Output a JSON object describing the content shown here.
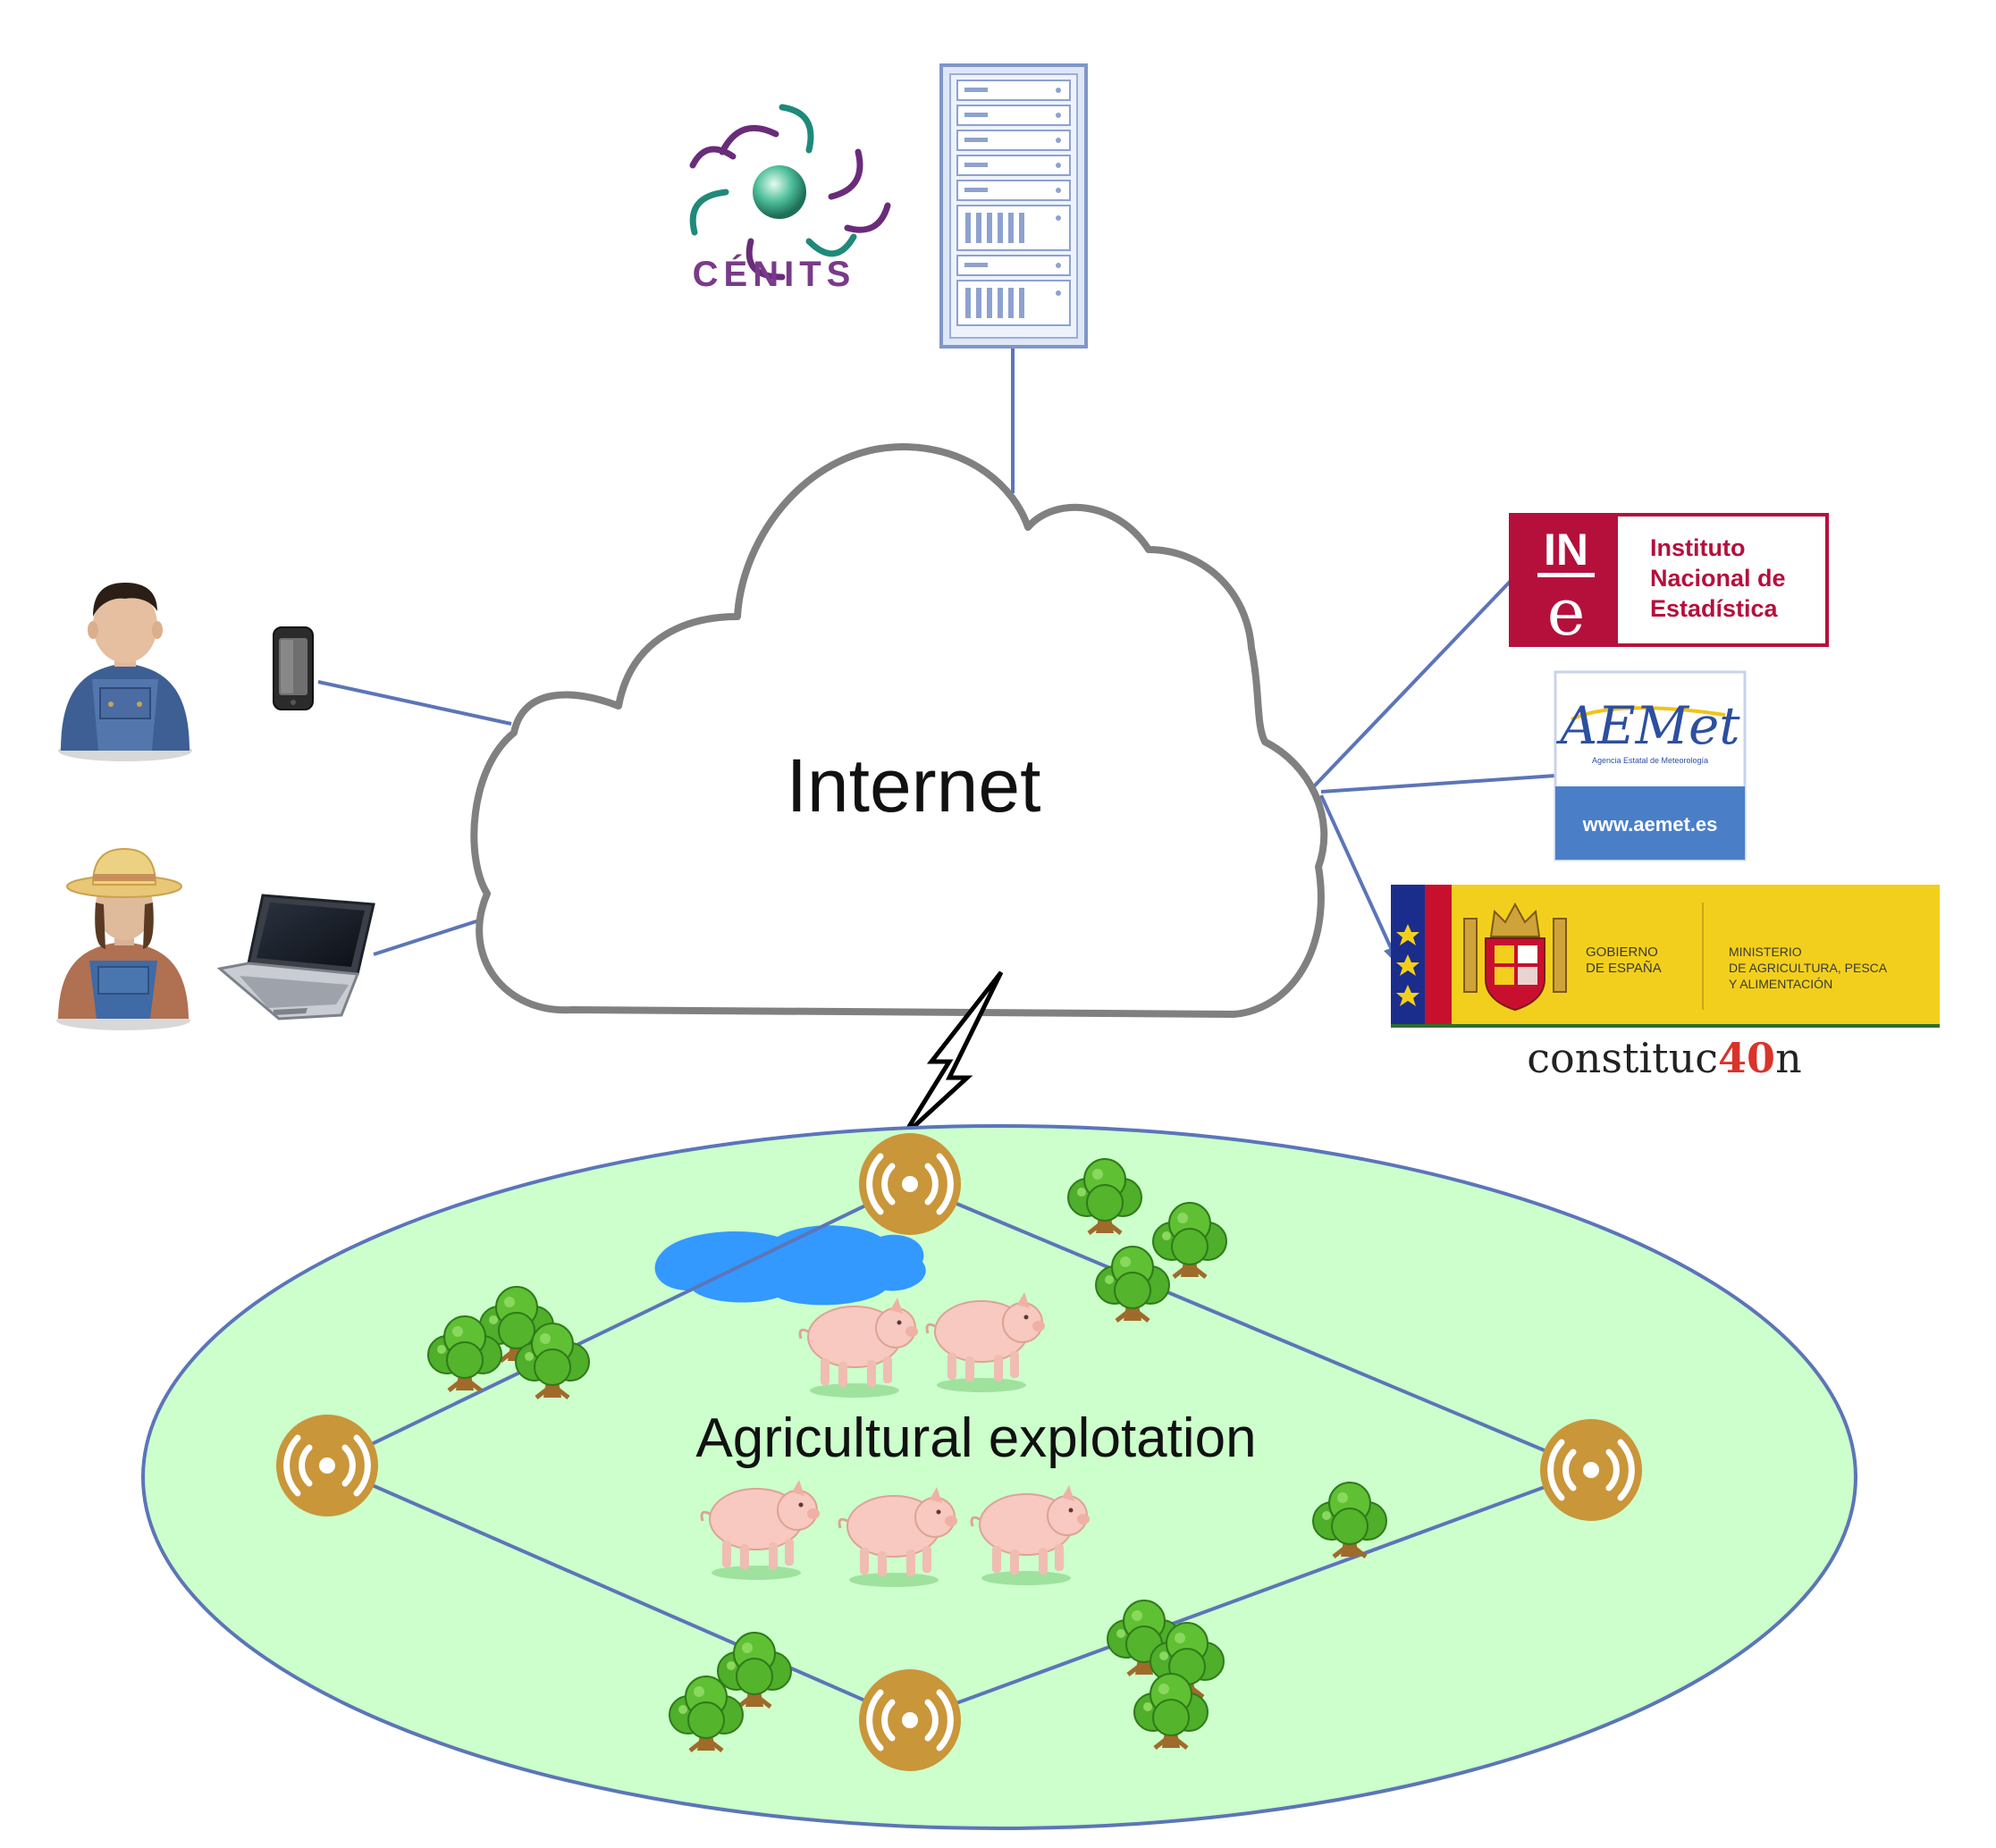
{
  "cloud": {
    "label": "Internet"
  },
  "field": {
    "label": "Agricultural explotation"
  },
  "logos": {
    "cenits": {
      "text": "CÉNITS"
    },
    "ine": {
      "mark_top": "IN",
      "mark_bottom": "e",
      "line1": "Instituto",
      "line2": "Nacional de",
      "line3": "Estadística"
    },
    "aemet": {
      "wordmark": "AEMet",
      "tagline": "Agencia Estatal de Meteorología",
      "url": "www.aemet.es"
    },
    "gobierno": {
      "left_line1": "GOBIERNO",
      "left_line2": "DE ESPAÑA",
      "right_line1": "MINISTERIO",
      "right_line2": "DE AGRICULTURA, PESCA",
      "right_line3": "Y ALIMENTACIÓN"
    },
    "constitucion": {
      "prefix": "constituc",
      "digits": "40",
      "suffix": "n"
    }
  },
  "colors": {
    "link_line": "#5c75b8",
    "cloud_fill": "#ffffff",
    "cloud_stroke": "#808080",
    "field_fill": "#ccffcc",
    "field_stroke": "#5c75b8",
    "sensor": "#c9963a",
    "tree": "#4fae2a",
    "trunk": "#a06a2a",
    "pig": "#f7c9c0",
    "pond": "#3399ff",
    "ine_red": "#b5103c",
    "aemet_blue": "#4a7fc8",
    "gob_yellow": "#f3cf1d",
    "gob_red": "#c8102e",
    "eu_blue": "#1b2d8c"
  },
  "icons": [
    "server-rack-icon",
    "mobile-phone-icon",
    "laptop-icon",
    "farmer-man-icon",
    "farmer-woman-icon",
    "wireless-sensor-icon",
    "tree-icon",
    "pig-icon",
    "pond-icon",
    "lightning-link-icon",
    "coat-of-arms-icon"
  ]
}
